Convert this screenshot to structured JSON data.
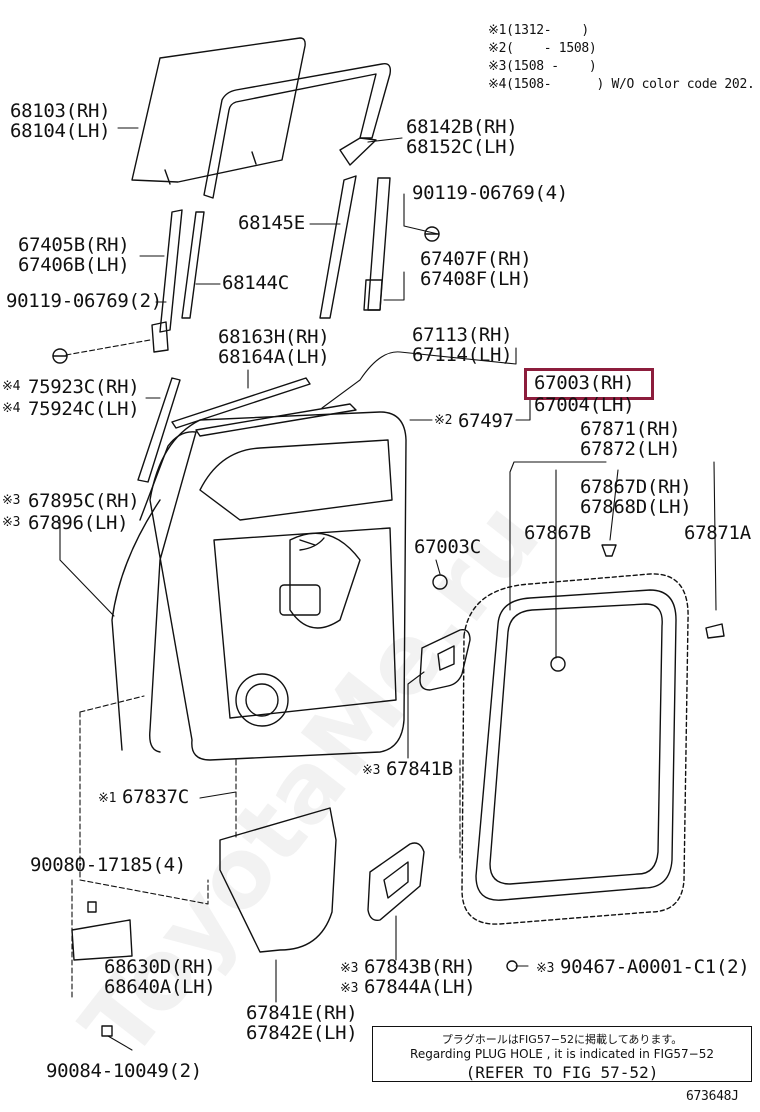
{
  "notes": [
    {
      "mark": "※1",
      "text": "(1312-    )"
    },
    {
      "mark": "※2",
      "text": "(    - 1508)"
    },
    {
      "mark": "※3",
      "text": "(1508 -    )"
    },
    {
      "mark": "※4",
      "text": "(1508-      ) W/O color code 202."
    }
  ],
  "labels": {
    "p68103": "68103(RH)",
    "p68104": "68104(LH)",
    "p68142": "68142B(RH)",
    "p68152": "68152C(LH)",
    "p90119a": "90119-06769(4)",
    "p68145": "68145E",
    "p67405": "67405B(RH)",
    "p67406": "67406B(LH)",
    "p67407": "67407F(RH)",
    "p67408": "67408F(LH)",
    "p68144": "68144C",
    "p90119b": "90119-06769(2)",
    "p68163": "68163H(RH)",
    "p68164": "68164A(LH)",
    "p67113": "67113(RH)",
    "p67114": "67114(LH)",
    "p75923": "75923C(RH)",
    "p75924": "75924C(LH)",
    "p67003rh": "67003(RH)",
    "p67004": "67004(LH)",
    "p67497": "67497",
    "p67871": "67871(RH)",
    "p67872": "67872(LH)",
    "p67895": "67895C(RH)",
    "p67896": "67896(LH)",
    "p67867d": "67867D(RH)",
    "p67868": "67868D(LH)",
    "p67867b": "67867B",
    "p67871a": "67871A",
    "p67003c": "67003C",
    "p67841b": "67841B",
    "p67837": "67837C",
    "p90080": "90080-17185(4)",
    "p68630": "68630D(RH)",
    "p68640": "68640A(LH)",
    "p67843": "67843B(RH)",
    "p67844": "67844A(LH)",
    "p90467": "90467-A0001-C1(2)",
    "p67841e": "67841E(RH)",
    "p67842": "67842E(LH)",
    "p90084": "90084-10049(2)"
  },
  "marks": {
    "m1": "※1",
    "m2": "※2",
    "m3": "※3",
    "m4": "※4"
  },
  "note_box": {
    "line_jp": "プラグホールはFIG57−52に掲載してあります。",
    "line_en": "Regarding PLUG HOLE , it is indicated in FIG57−52",
    "refer": "(REFER TO FIG 57-52)"
  },
  "figure_code": "673648J",
  "watermark": "ToyotaMe.ru",
  "highlight_color": "#8c1d3c"
}
